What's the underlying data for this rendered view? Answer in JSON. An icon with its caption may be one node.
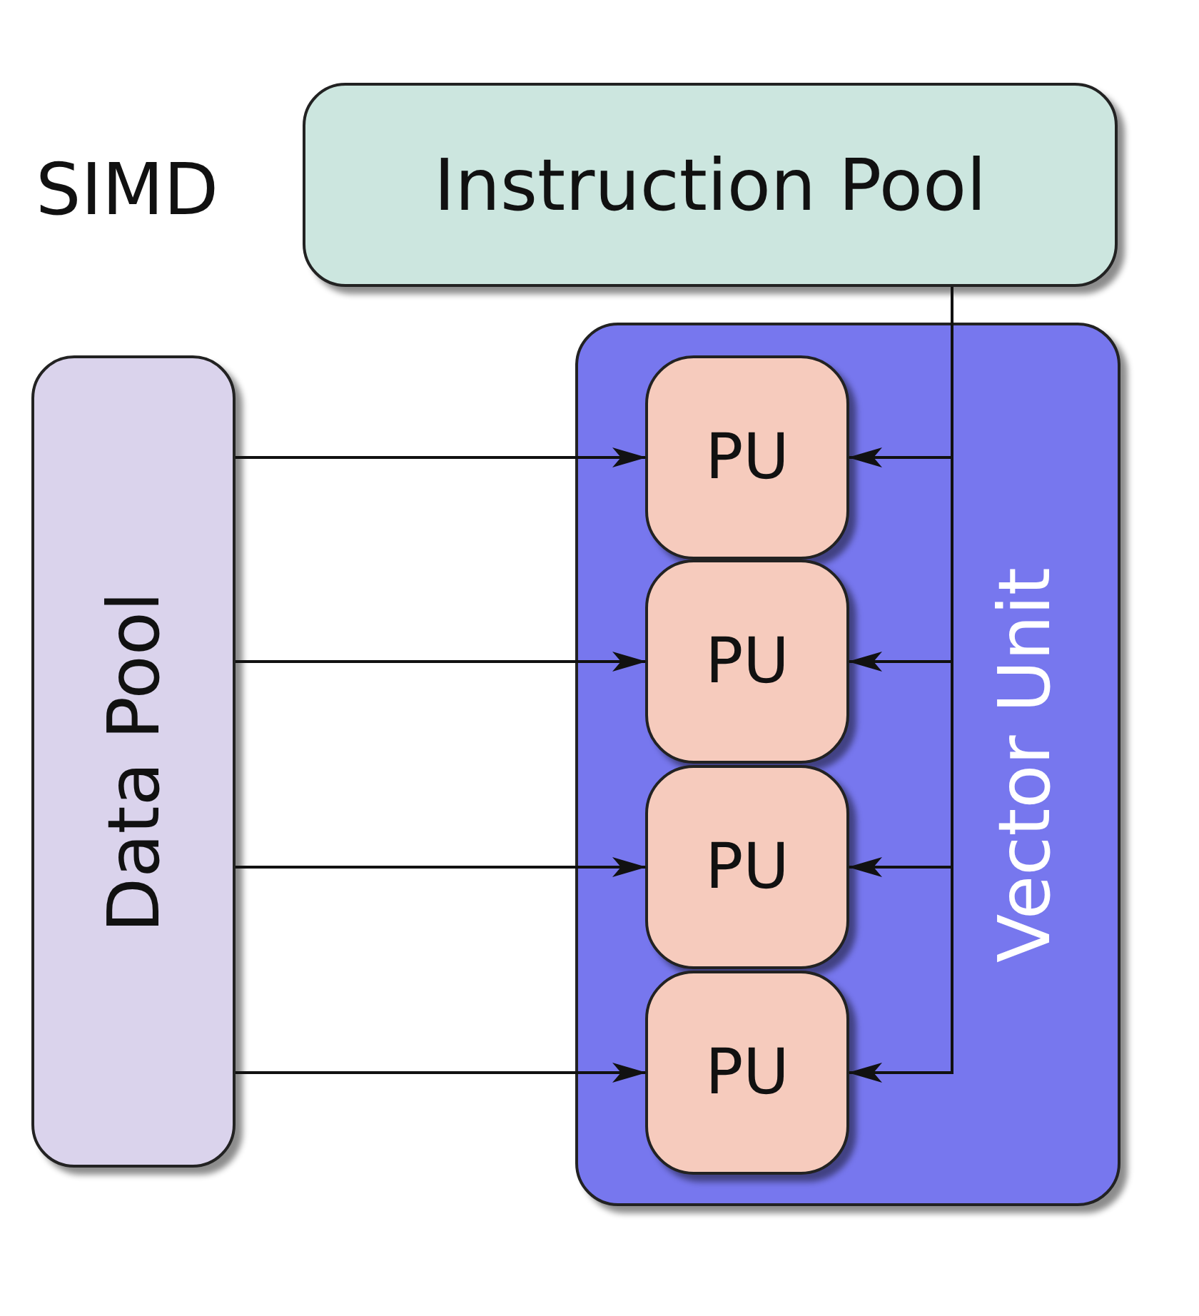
{
  "diagram": {
    "title": "SIMD",
    "nodes": [
      {
        "text": [
          "Instruction Pool"
        ]
      },
      {
        "text": [
          "Data Pool"
        ]
      },
      {
        "text": [
          "Vector Unit"
        ]
      },
      {
        "text": [
          "PU"
        ],
        "in": 2
      },
      {
        "text": [
          "PU"
        ],
        "in": 2
      },
      {
        "text": [
          "PU"
        ],
        "in": 2
      },
      {
        "text": [
          "PU"
        ],
        "in": 2
      }
    ],
    "edges": [
      {
        "from": 1,
        "to": 3,
        "arrow": "to"
      },
      {
        "from": 1,
        "to": 4,
        "arrow": "to"
      },
      {
        "from": 1,
        "to": 5,
        "arrow": "to"
      },
      {
        "from": 1,
        "to": 6,
        "arrow": "to"
      },
      {
        "from": 0,
        "to": 3,
        "arrow": "to"
      },
      {
        "from": 0,
        "to": 4,
        "arrow": "to"
      },
      {
        "from": 0,
        "to": 5,
        "arrow": "to"
      },
      {
        "from": 0,
        "to": 6,
        "arrow": "to"
      }
    ]
  }
}
